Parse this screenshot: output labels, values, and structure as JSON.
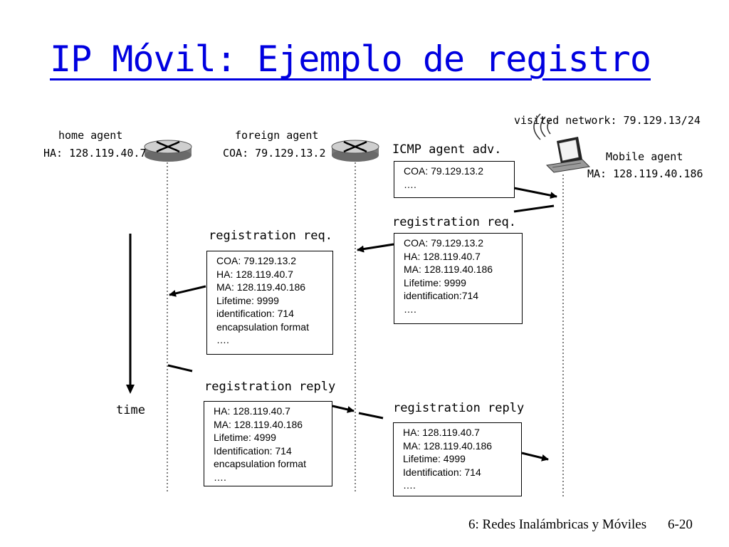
{
  "title": "IP Móvil: Ejemplo de registro",
  "visited_network": "visited network: 79.129.13/24",
  "home_agent": {
    "name": "home agent",
    "address": "HA: 128.119.40.7",
    "icon": "router-icon"
  },
  "foreign_agent": {
    "name": "foreign agent",
    "address": "COA: 79.129.13.2",
    "icon": "router-icon"
  },
  "mobile_agent": {
    "name": "Mobile agent",
    "address": "MA: 128.119.40.186",
    "icon": "laptop-wireless-icon"
  },
  "time_label": "time",
  "messages": {
    "icmp_adv": {
      "label": "ICMP agent adv.",
      "lines": [
        "COA: 79.129.13.2",
        "…."
      ]
    },
    "reg_req_mobile": {
      "label": "registration req.",
      "lines": [
        "COA: 79.129.13.2",
        "HA: 128.119.40.7",
        "MA: 128.119.40.186",
        "Lifetime: 9999",
        "identification:714",
        "…."
      ]
    },
    "reg_req_foreign": {
      "label": "registration req.",
      "lines": [
        "COA: 79.129.13.2",
        "HA: 128.119.40.7",
        "MA: 128.119.40.186",
        "Lifetime: 9999",
        "identification: 714",
        "encapsulation format",
        "…."
      ]
    },
    "reg_reply_home": {
      "label": "registration reply",
      "lines": [
        "HA: 128.119.40.7",
        "MA: 128.119.40.186",
        "Lifetime: 4999",
        "Identification: 714",
        "encapsulation format",
        "…."
      ]
    },
    "reg_reply_foreign": {
      "label": "registration reply",
      "lines": [
        "HA: 128.119.40.7",
        "MA: 128.119.40.186",
        "Lifetime: 4999",
        "Identification: 714",
        "…."
      ]
    }
  },
  "footer": {
    "chapter": "6: Redes Inalámbricas y Móviles",
    "page": "6-20"
  },
  "colors": {
    "title": "#0000e0",
    "router_body": "#7a7a7a",
    "router_top": "#cfcfcf"
  }
}
